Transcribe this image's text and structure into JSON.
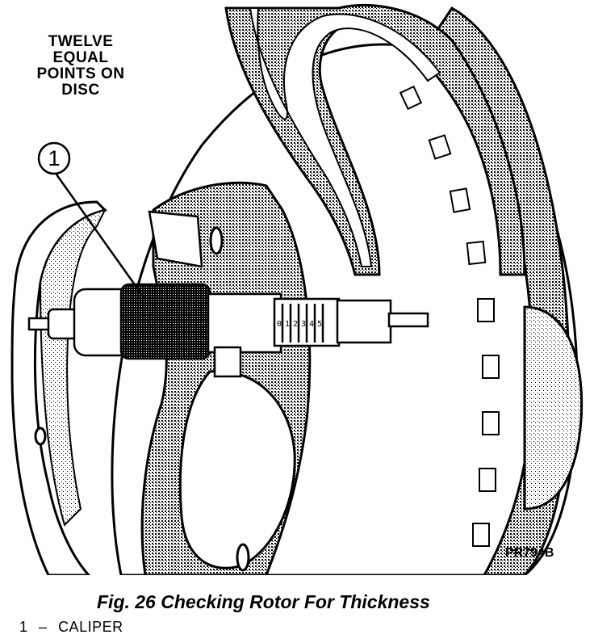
{
  "illustration": {
    "callout_text_lines": [
      "TWELVE",
      "EQUAL",
      "POINTS ON",
      "DISC"
    ],
    "callout_number": "1",
    "figure_code": "PR794B",
    "micrometer_scale_digits": [
      "0",
      "1",
      "2",
      "3",
      "4",
      "5"
    ]
  },
  "caption": {
    "title": "Fig. 26 Checking Rotor For Thickness"
  },
  "legend": {
    "items": [
      {
        "number": "1",
        "separator": "–",
        "label": "CALIPER"
      }
    ]
  }
}
